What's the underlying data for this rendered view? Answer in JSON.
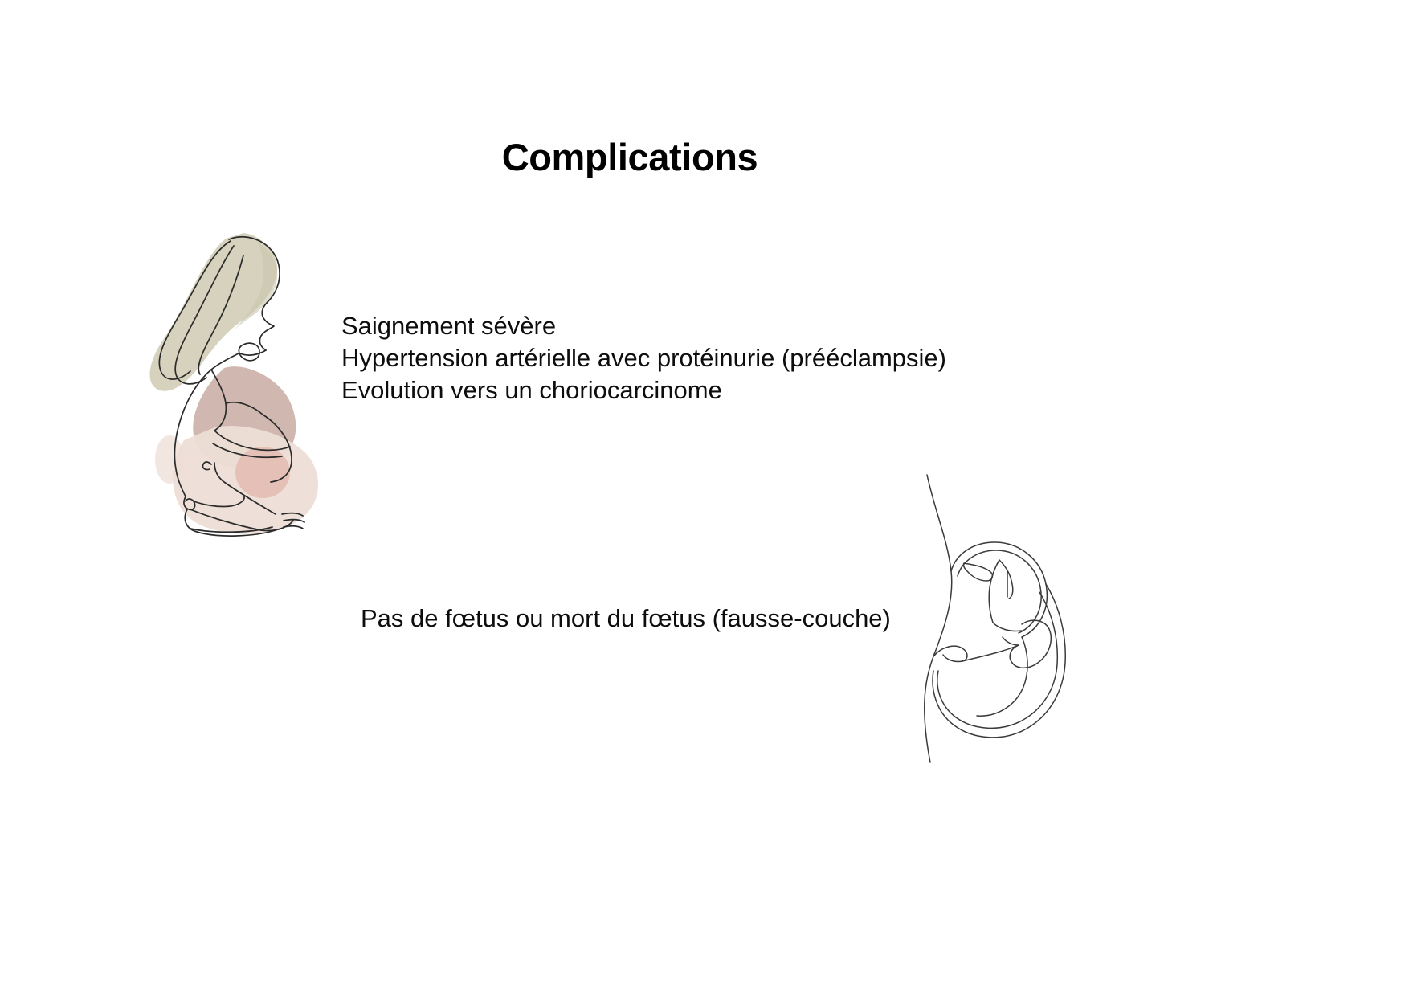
{
  "slide": {
    "background_color": "#ffffff",
    "title": "Complications",
    "title_color": "#000000"
  },
  "body": {
    "lines": [
      "Saignement sévère",
      "Hypertension artérielle avec protéinurie (prééclampsie)",
      "Evolution vers un choriocarcinome"
    ],
    "text_color": "#0d0d0d"
  },
  "bottom": {
    "line": "Pas de fœtus ou mort du fœtus (fausse-couche)"
  },
  "illustrations": {
    "woman": {
      "name": "pregnant-woman-line-art",
      "line_color": "#2b2b2b",
      "hair_shape_color": "#d4d0bb",
      "belly_shape_color": "#cdb3ab",
      "body_shape_color": "#edded6",
      "accent_shape_color": "#e3bdb4"
    },
    "fetus": {
      "name": "fetus-line-art",
      "line_color": "#3a3a3a"
    }
  }
}
